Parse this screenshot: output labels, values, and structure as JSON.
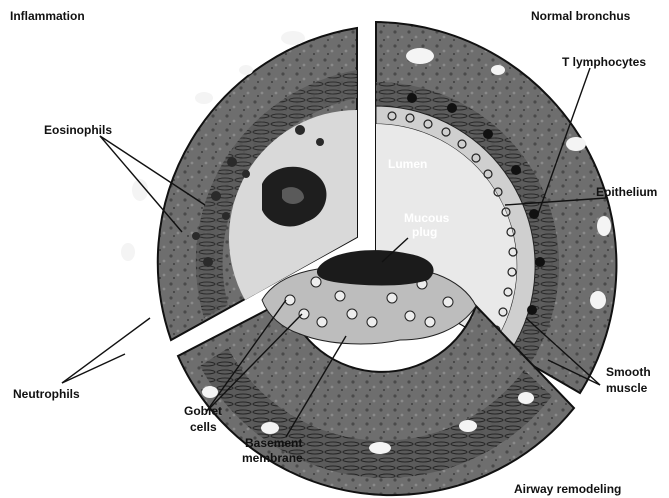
{
  "sections": {
    "inflammation": "Inflammation",
    "normal_bronchus": "Normal bronchus",
    "airway_remodeling": "Airway remodeling"
  },
  "labels": {
    "eosinophils": "Eosinophils",
    "t_lymphocytes": "T lymphocytes",
    "lumen": "Lumen",
    "epithelium": "Epithelium",
    "mucous_plug_line1": "Mucous",
    "mucous_plug_line2": "plug",
    "neutrophils": "Neutrophils",
    "smooth_muscle_line1": "Smooth",
    "smooth_muscle_line2": "muscle",
    "goblet_cells_line1": "Goblet",
    "goblet_cells_line2": "cells",
    "basement_membrane_line1": "Basement",
    "basement_membrane_line2": "membrane"
  },
  "colors": {
    "tissue": "#6e6e6e",
    "tissue_dark": "#3a3a3a",
    "lumen": "#e9e9e9",
    "line": "#111111"
  }
}
